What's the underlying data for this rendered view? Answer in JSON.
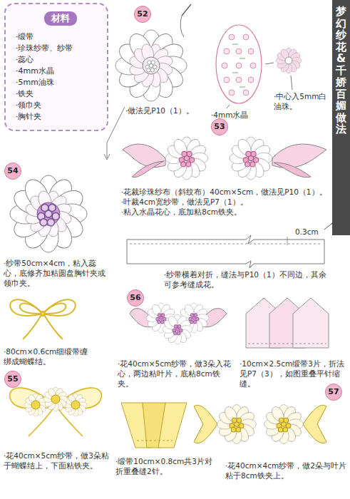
{
  "diagram": {
    "title": "梦幻纱花&千娇百媚做法",
    "nodes": [
      {
        "text": [
          "材料",
          "·缎带",
          "·珍珠纱带、纱带",
          "·蕊心",
          "·4mm水晶",
          "·5mm油珠",
          "·铁夹",
          "·领巾夹",
          "·胸针夹"
        ]
      }
    ],
    "labels": [
      "52",
      "·做法见P10（1）。",
      "·4mm水晶",
      "·中心入5mm白油珠。",
      "53",
      "·花裁珍珠纱布（斜纹布）40cm×5cm，做法见P10（1）。",
      "·叶裁4cm宽纱带，做法见P7（1）。",
      "·粘入水晶花心，底加粘8cm铁夹。",
      "54",
      "0.3cm",
      "·纱带50cm×4cm，粘入蕊心，底修齐加粘圆盘胸针夹或领巾夹。",
      "·纱带横着对折，缝法与P10（1）不同边，其余可参考缝成花。",
      "·80cm×0.6cm细缎带缠绑成蝴蝶结。",
      "56",
      "·花40cm×5cm纱带，做3朵入花心，两边粘叶片，底粘8cm铁夹。",
      "·10cm×2.5cm缎带3片，折法见P7（3），如图重叠平针缩缝。",
      "55",
      "·花40cm×5cm纱带，做3朵粘于蝴蝶结上，下面粘铁夹。",
      "·缎带10cm×0.8cm共3片对折重叠缝2针。",
      "57",
      "·花40cm×4cm纱带，做2朵与叶片粘于8cm铁夹上。"
    ]
  }
}
